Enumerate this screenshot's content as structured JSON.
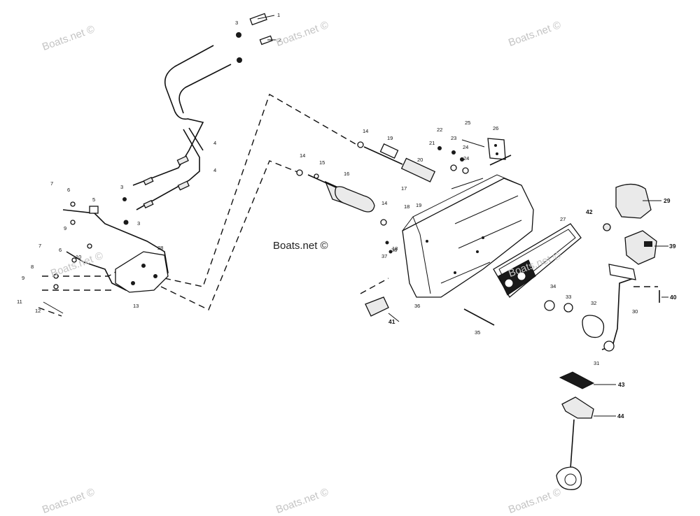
{
  "watermark_text": "Boats.net ©",
  "center_watermark": "Boats.net ©",
  "labels": [
    "1",
    "2",
    "3",
    "3",
    "3",
    "4",
    "4",
    "5",
    "6",
    "6",
    "7",
    "7",
    "8",
    "9",
    "9",
    "10",
    "11",
    "12",
    "13",
    "14",
    "14",
    "14",
    "15",
    "16",
    "17",
    "18",
    "18",
    "19",
    "19",
    "20",
    "21",
    "22",
    "23",
    "24",
    "24",
    "25",
    "26",
    "27",
    "28",
    "29",
    "30",
    "31",
    "32",
    "33",
    "34",
    "35",
    "36",
    "37",
    "38",
    "39",
    "40",
    "41",
    "42",
    "43",
    "44"
  ]
}
